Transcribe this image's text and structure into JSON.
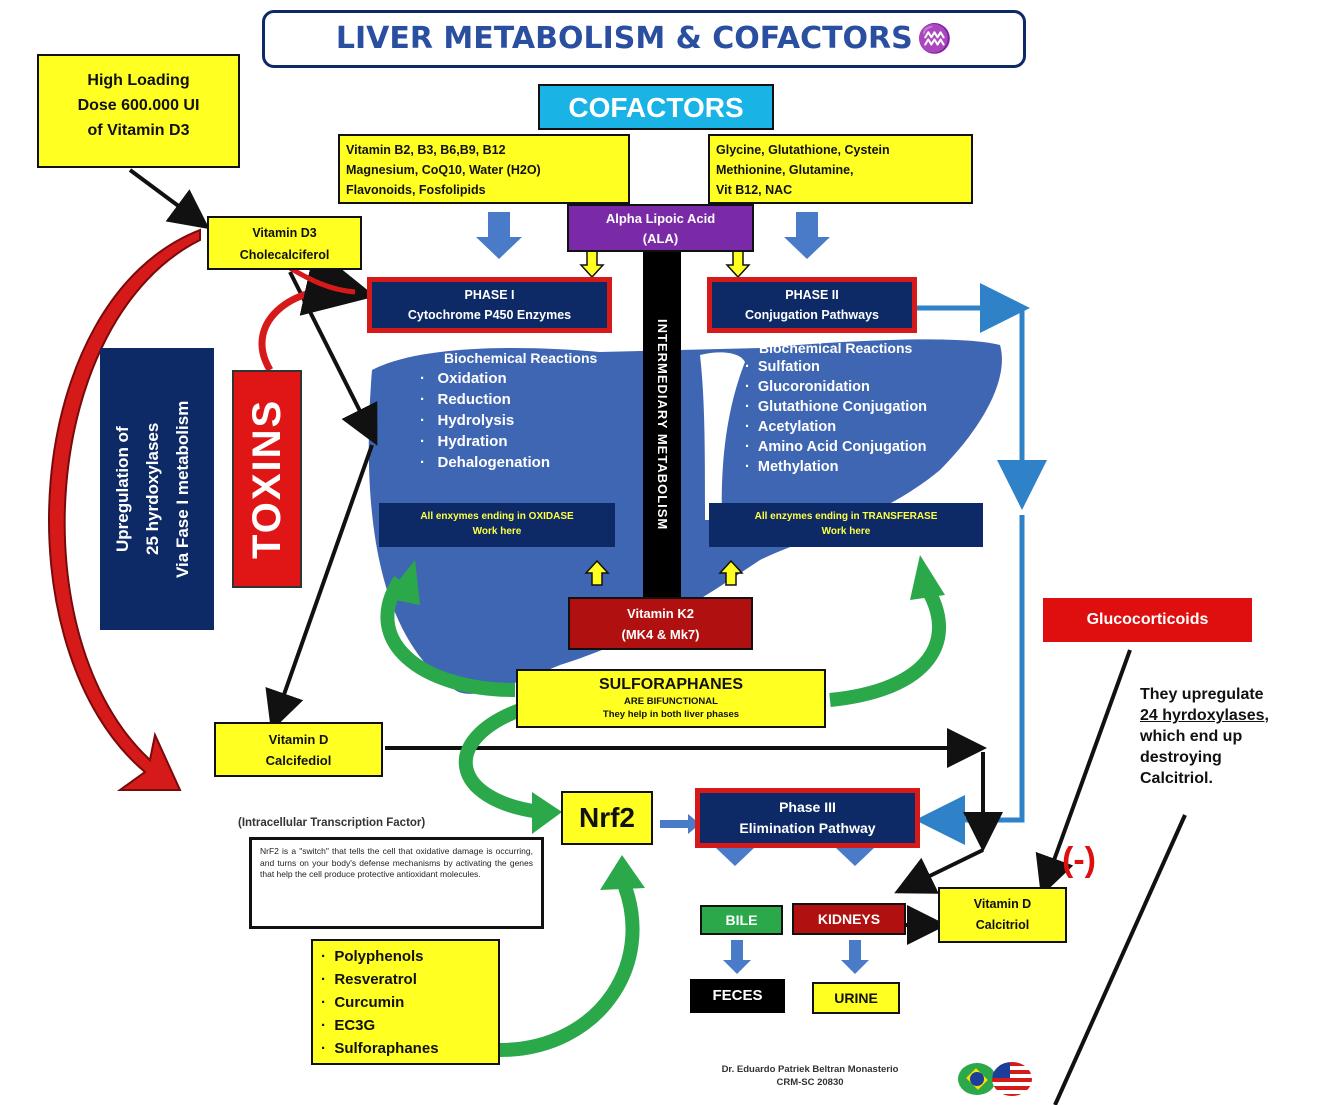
{
  "title": "LIVER METABOLISM & COFACTORS",
  "note_top_left": [
    "High Loading",
    "Dose 600.000 UI",
    "of Vitamin D3"
  ],
  "cofactors_header": "COFACTORS",
  "cofactors_left": [
    "Vitamin B2, B3, B6,B9, B12",
    "Magnesium, CoQ10, Water (H2O)",
    "Flavonoids, Fosfolipids"
  ],
  "cofactors_right": [
    "Glycine, Glutathione, Cystein",
    "Methionine, Glutamine,",
    "Vit B12, NAC"
  ],
  "ala": [
    "Alpha Lipoic Acid",
    "(ALA)"
  ],
  "vitd3": [
    "Vitamin D3",
    "Cholecalciferol"
  ],
  "phase1": [
    "PHASE I",
    "Cytochrome P450 Enzymes"
  ],
  "phase2": [
    "PHASE II",
    "Conjugation Pathways"
  ],
  "intermediary": "INTERMEDIARY METABOLISM",
  "biochem_title": "Biochemical Reactions",
  "phase1_reactions": [
    "Oxidation",
    "Reduction",
    "Hydrolysis",
    "Hydration",
    "Dehalogenation"
  ],
  "phase2_reactions": [
    "Sulfation",
    "Glucoronidation",
    "Glutathione Conjugation",
    "Acetylation",
    "Amino Acid Conjugation",
    "Methylation"
  ],
  "oxidase_box": [
    "All enxymes ending in OXIDASE",
    "Work here"
  ],
  "transferase_box": [
    "All enzymes ending in TRANSFERASE",
    "Work here"
  ],
  "toxins": "TOXINS",
  "upregulation": [
    "Upregulation of",
    "25 hyrdoxylases",
    "Via Fase I metabolism"
  ],
  "vitk2": [
    "Vitamin K2",
    "(MK4 & Mk7)"
  ],
  "sulforaphanes": [
    "SULFORAPHANES",
    "ARE BIFUNCTIONAL",
    "They help in both liver phases"
  ],
  "calcifediol": [
    "Vitamin D",
    "Calcifediol"
  ],
  "glucocorticoids": "Glucocorticoids",
  "glucocorticoids_note": [
    "They upregulate",
    "24 hyrdoxylases,",
    "which end up",
    "destroying",
    "Calcitriol."
  ],
  "nrf2": "Nrf2",
  "itf": "(Intracellular Transcription Factor)",
  "nrf2_desc": "NrF2 is a \"switch\" that tells the cell that oxidative damage is occurring, and turns on your body's defense mechanisms by activating the genes that help the cell produce protective antioxidant molecules.",
  "phase3": [
    "Phase III",
    "Elimination Pathway"
  ],
  "bile": "BILE",
  "kidneys": "KIDNEYS",
  "feces": "FECES",
  "urine": "URINE",
  "calcitriol": [
    "Vitamin D",
    "Calcitriol"
  ],
  "minus": "(-)",
  "nutrients": [
    "Polyphenols",
    "Resveratrol",
    "Curcumin",
    "EC3G",
    "Sulforaphanes"
  ],
  "author": [
    "Dr. Eduardo Patriek Beltran Monasterio",
    "CRM-SC 20830"
  ],
  "colors": {
    "navy": "#0d2a66",
    "yellow": "#ffff22",
    "red": "#d61a1a",
    "liver": "#3f66b3",
    "green": "#2aa84a",
    "purple": "#7a2aa6"
  }
}
